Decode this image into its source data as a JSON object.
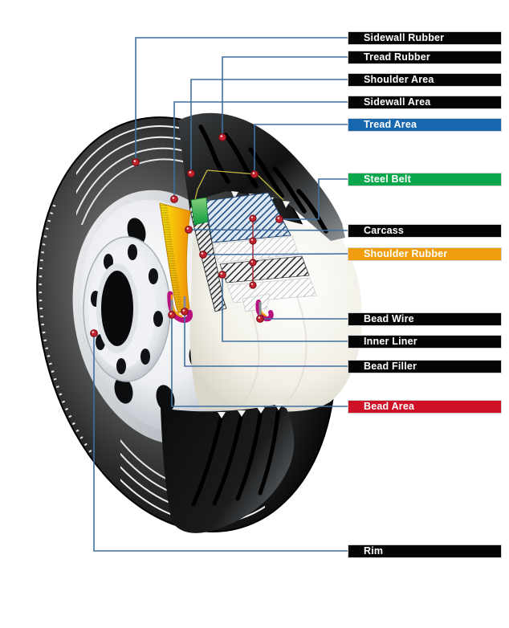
{
  "labels": [
    {
      "id": "sidewall-rubber",
      "text": "Sidewall Rubber",
      "bg": "#050505",
      "fg": "#ffffff"
    },
    {
      "id": "tread-rubber",
      "text": "Tread Rubber",
      "bg": "#050505",
      "fg": "#ffffff"
    },
    {
      "id": "shoulder-area",
      "text": "Shoulder Area",
      "bg": "#050505",
      "fg": "#ffffff"
    },
    {
      "id": "sidewall-area",
      "text": "Sidewall Area",
      "bg": "#050505",
      "fg": "#ffffff"
    },
    {
      "id": "tread-area",
      "text": "Tread Area",
      "bg": "#1667ae",
      "fg": "#ffffff"
    },
    {
      "id": "steel-belt",
      "text": "Steel Belt",
      "bg": "#0aa64b",
      "fg": "#ffffff"
    },
    {
      "id": "carcass",
      "text": "Carcass",
      "bg": "#050505",
      "fg": "#ffffff"
    },
    {
      "id": "shoulder-rubber",
      "text": "Shoulder Rubber",
      "bg": "#f09d0e",
      "fg": "#ffffff"
    },
    {
      "id": "bead-wire",
      "text": "Bead Wire",
      "bg": "#050505",
      "fg": "#ffffff"
    },
    {
      "id": "inner-liner",
      "text": "Inner Liner",
      "bg": "#050505",
      "fg": "#ffffff"
    },
    {
      "id": "bead-filler",
      "text": "Bead Filler",
      "bg": "#050505",
      "fg": "#ffffff"
    },
    {
      "id": "bead-area",
      "text": "Bead Area",
      "bg": "#ce1126",
      "fg": "#ffffff"
    },
    {
      "id": "rim",
      "text": "Rim",
      "bg": "#050505",
      "fg": "#ffffff"
    }
  ],
  "palette": {
    "leader_line": "#406f9f",
    "marker_dot": "#c4242e",
    "marker_dot_ring": "#7c1018",
    "belt_connector": "#b03540",
    "tread_area_blue": "#1667ae",
    "steel_belt_green": "#0aa64b",
    "shoulder_rubber_orange": "#f09d0e",
    "bead_area_red": "#ce1126"
  }
}
